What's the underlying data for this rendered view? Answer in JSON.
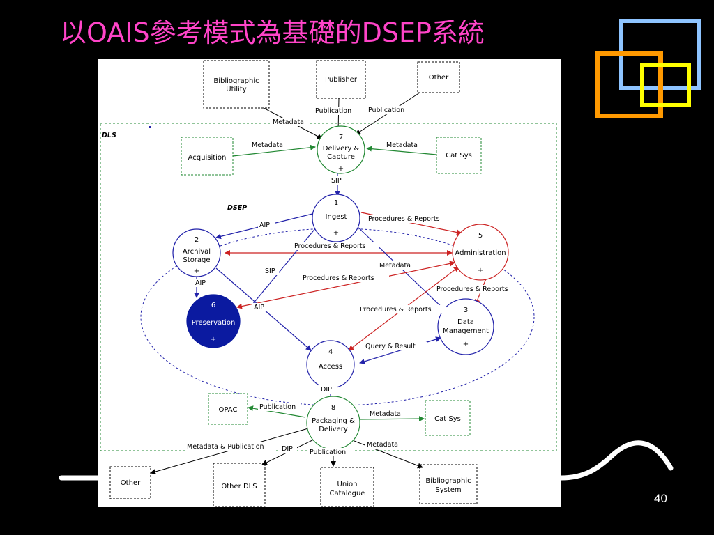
{
  "slide": {
    "title": "以OAIS參考模式為基礎的DSEP系統",
    "page_number": "40"
  },
  "colors": {
    "background": "#000000",
    "title": "#ff44c8",
    "square_blue": "#8ec4ff",
    "square_orange": "#ff9900",
    "square_yellow": "#ffff00",
    "edge_blue": "#2222aa",
    "edge_red": "#cc2222",
    "edge_green": "#228833",
    "edge_black": "#000000",
    "preservation_fill": "#0b1aa0"
  },
  "diagram": {
    "areas": {
      "dls": "DLS",
      "dsep": "DSEP"
    },
    "external": {
      "bibliographic_utility": [
        "Bibliographic",
        "Utility"
      ],
      "publisher": "Publisher",
      "other_top": "Other",
      "acquisition": "Acquisition",
      "cat_sys_top": "Cat Sys",
      "opac": "OPAC",
      "cat_sys_bottom": "Cat Sys",
      "other_bottom": "Other",
      "other_dls": "Other DLS",
      "union_catalogue": [
        "Union",
        "Catalogue"
      ],
      "bibliographic_system": [
        "Bibliographic",
        "System"
      ]
    },
    "processes": {
      "delivery_capture": {
        "number": "7",
        "lines": [
          "Delivery &",
          "Capture"
        ]
      },
      "ingest": {
        "number": "1",
        "lines": [
          "Ingest"
        ]
      },
      "archival_storage": {
        "number": "2",
        "lines": [
          "Archival",
          "Storage"
        ]
      },
      "administration": {
        "number": "5",
        "lines": [
          "Administration"
        ]
      },
      "preservation": {
        "number": "6",
        "lines": [
          "Preservation"
        ]
      },
      "data_management": {
        "number": "3",
        "lines": [
          "Data",
          "Management"
        ]
      },
      "access": {
        "number": "4",
        "lines": [
          "Access"
        ]
      },
      "packaging_delivery": {
        "number": "8",
        "lines": [
          "Packaging &",
          "Delivery"
        ]
      }
    },
    "plus_marker": "+",
    "edge_labels": {
      "metadata_bib_utility": "Metadata",
      "publication_publisher": "Publication",
      "publication_other": "Publication",
      "metadata_acquisition": "Metadata",
      "metadata_cat_sys": "Metadata",
      "sip_capture": "SIP",
      "aip_ingest_storage": "AIP",
      "procedures_ingest_admin": "Procedures & Reports",
      "procedures_admin_storage": "Procedures & Reports",
      "sip_preservation_ingest": "SIP",
      "metadata_ingest_datamgmt": "Metadata",
      "aip_storage_preservation": "AIP",
      "procedures_admin_preservation": "Procedures & Reports",
      "aip_storage_access": "AIP",
      "procedures_admin_datamgmt": "Procedures & Reports",
      "procedures_admin_access": "Procedures & Reports",
      "query_result": "Query & Result",
      "dip_access_packaging": "DIP",
      "publication_opac": "Publication",
      "metadata_cat_sys_bottom": "Metadata",
      "metadata_publication_other": "Metadata & Publication",
      "dip_other_dls": "DIP",
      "publication_union": "Publication",
      "metadata_bib_system": "Metadata"
    }
  }
}
